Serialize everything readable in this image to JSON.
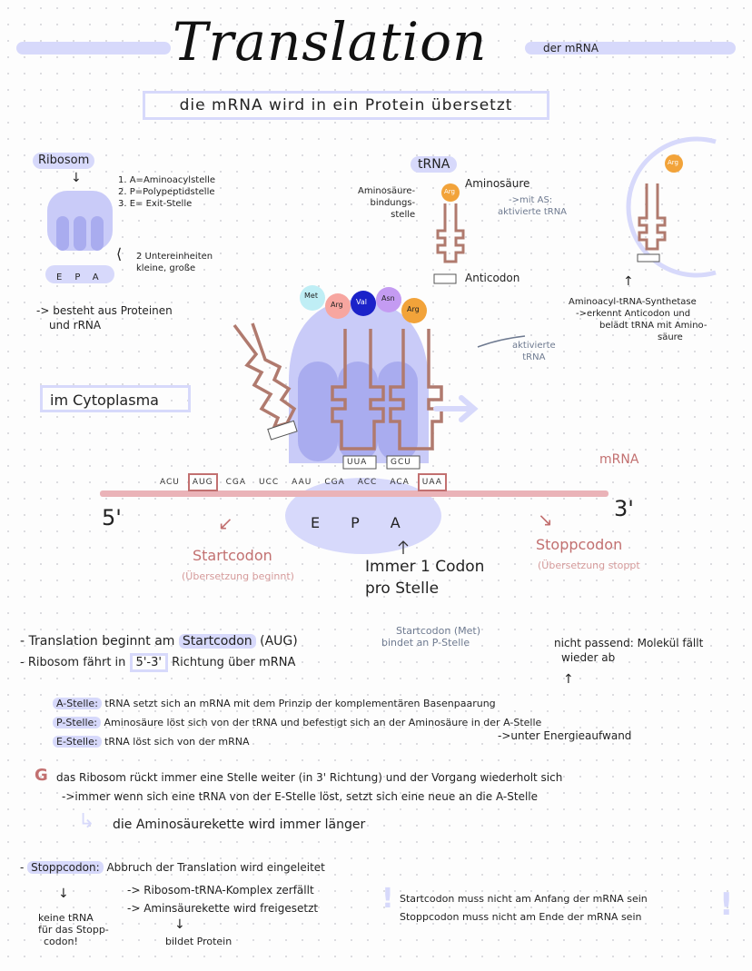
{
  "header": {
    "title": "Translation",
    "side_label": "der mRNA",
    "subtitle": "die mRNA wird in ein Protein   übersetzt"
  },
  "ribosome_panel": {
    "heading": "Ribosom",
    "sites": [
      "1. A=Aminoacylstelle",
      "2. P=Polypeptidstelle",
      "3. E= Exit-Stelle"
    ],
    "subunits_label_1": "2 Untereinheiten",
    "subunits_label_2": "kleine, große",
    "small_sites": [
      "E",
      "P",
      "A"
    ],
    "composition_1": "-> besteht aus Proteinen",
    "composition_2": "und rRNA"
  },
  "trna_panel": {
    "heading": "tRNA",
    "binding_site_1": "Aminosäure-",
    "binding_site_2": "bindungs-",
    "binding_site_3": "stelle",
    "amino_acid": "Aminosäure",
    "activated_1": "->mit AS:",
    "activated_2": "aktivierte tRNA",
    "anticodon": "Anticodon",
    "aa_badge": "Arg"
  },
  "synthetase_panel": {
    "aa_badge": "Arg",
    "line1": "Aminoacyl-tRNA-Synthetase",
    "line2": "->erkennt Anticodon und",
    "line3": "belädt tRNA mit Amino-",
    "line4": "säure"
  },
  "cytoplasm_label": "im Cytoplasma",
  "main_diagram": {
    "amino_chain": [
      "Met",
      "Arg",
      "Val",
      "Asn",
      "Arg"
    ],
    "activated_1": "aktivierte",
    "activated_2": "tRNA",
    "mrna_label": "mRNA",
    "five_prime": "5'",
    "three_prime": "3'",
    "codons": [
      "ACU",
      "AUG",
      "CGA",
      "UCC",
      "AAU",
      "CGA",
      "ACC",
      "ACA",
      "UAA"
    ],
    "anticodons": [
      "UUA",
      "GCU"
    ],
    "sites": [
      "E",
      "P",
      "A"
    ],
    "start_codon": "Startcodon",
    "start_note": "(Übersetzung beginnt)",
    "stop_codon": "Stoppcodon",
    "stop_note": "(Übersetzung stoppt",
    "codon_rule_1": "Immer 1 Codon",
    "codon_rule_2": "pro Stelle"
  },
  "notes": {
    "line1_a": "- Translation beginnt  am",
    "line1_hl": "Startcodon",
    "line1_b": "(AUG)",
    "start_met_1": "Startcodon (Met)",
    "start_met_2": "bindet an P-Stelle",
    "line2_a": "- Ribosom fährt in",
    "line2_box": "5'-3'",
    "line2_b": "Richtung über mRNA",
    "mismatch_1": "nicht passend: Molekül fällt",
    "mismatch_2": "wieder ab",
    "a_label": "A-Stelle:",
    "a_text": "tRNA setzt sich an mRNA mit dem Prinzip der komplementären Basenpaarung",
    "p_label": "P-Stelle:",
    "p_text": "Aminosäure löst sich von der tRNA und befestigt sich an der Aminosäure  in der A-Stelle",
    "e_label": "E-Stelle:",
    "e_text": "tRNA löst sich von der mRNA",
    "energy": "->unter Energieaufwand",
    "g_letter": "G",
    "moves_1": "das Ribosom rückt  immer eine Stelle weiter  (in 3' Richtung) und der Vorgang wiederholt sich",
    "moves_2": "->immer wenn  sich eine tRNA von der E-Stelle  löst, setzt sich eine  neue an die A-Stelle",
    "chain_grows": "die Aminosäurekette wird immer länger",
    "stop_dash": "-",
    "stop_label": "Stoppcodon:",
    "stop_1": "Abbruch der Translation  wird eingeleitet",
    "stop_2": "-> Ribosom-tRNA-Komplex zerfällt",
    "stop_3": "-> Aminsäurekette  wird freigesetzt",
    "no_trna_1": "keine tRNA",
    "no_trna_2": "für das Stopp-",
    "no_trna_3": "codon!",
    "protein": "bildet Protein",
    "callout_1": "Startcodon muss nicht am Anfang der mRNA sein",
    "callout_2": "Stoppcodon muss nicht am Ende der mRNA sein"
  },
  "colors": {
    "lavender": "#d7d9fb",
    "ribosome": "#c9cbf8",
    "ribosome_dark": "#a9acef",
    "trna": "#b07a6e",
    "rose": "#c27070",
    "mrna": "#eab3b8",
    "orange": "#f2a33a",
    "met": "#bfeef5",
    "arg": "#f7a6a0",
    "val": "#1b22c9",
    "asn": "#c49bf2"
  }
}
